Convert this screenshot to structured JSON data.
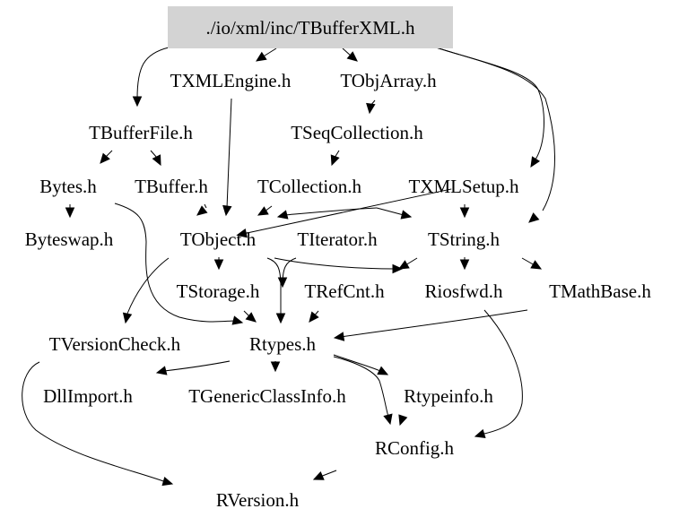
{
  "diagram": {
    "type": "include-dependency-graph",
    "root": "./io/xml/inc/TBufferXML.h",
    "colors": {
      "root_fill": "#d3d3d3",
      "edge": "#000000",
      "text": "#000000",
      "background": "#ffffff"
    },
    "nodes": [
      {
        "id": "TBufferXML",
        "label": "./io/xml/inc/TBufferXML.h",
        "root": true
      },
      {
        "id": "TXMLEngine",
        "label": "TXMLEngine.h"
      },
      {
        "id": "TObjArray",
        "label": "TObjArray.h"
      },
      {
        "id": "TBufferFile",
        "label": "TBufferFile.h"
      },
      {
        "id": "TSeqCollection",
        "label": "TSeqCollection.h"
      },
      {
        "id": "Bytes",
        "label": "Bytes.h"
      },
      {
        "id": "TBuffer",
        "label": "TBuffer.h"
      },
      {
        "id": "TCollection",
        "label": "TCollection.h"
      },
      {
        "id": "TXMLSetup",
        "label": "TXMLSetup.h"
      },
      {
        "id": "Byteswap",
        "label": "Byteswap.h"
      },
      {
        "id": "TObject",
        "label": "TObject.h"
      },
      {
        "id": "TIterator",
        "label": "TIterator.h"
      },
      {
        "id": "TString",
        "label": "TString.h"
      },
      {
        "id": "TStorage",
        "label": "TStorage.h"
      },
      {
        "id": "TRefCnt",
        "label": "TRefCnt.h"
      },
      {
        "id": "Riosfwd",
        "label": "Riosfwd.h"
      },
      {
        "id": "TMathBase",
        "label": "TMathBase.h"
      },
      {
        "id": "TVersionCheck",
        "label": "TVersionCheck.h"
      },
      {
        "id": "Rtypes",
        "label": "Rtypes.h"
      },
      {
        "id": "DllImport",
        "label": "DllImport.h"
      },
      {
        "id": "TGenericClassInfo",
        "label": "TGenericClassInfo.h"
      },
      {
        "id": "Rtypeinfo",
        "label": "Rtypeinfo.h"
      },
      {
        "id": "RConfig",
        "label": "RConfig.h"
      },
      {
        "id": "RVersion",
        "label": "RVersion.h"
      }
    ],
    "edges": [
      {
        "from": "TBufferXML",
        "to": "TBufferFile"
      },
      {
        "from": "TBufferXML",
        "to": "TXMLEngine"
      },
      {
        "from": "TBufferXML",
        "to": "TObjArray"
      },
      {
        "from": "TBufferXML",
        "to": "TXMLSetup"
      },
      {
        "from": "TBufferXML",
        "to": "TString"
      },
      {
        "from": "TXMLEngine",
        "to": "TObject"
      },
      {
        "from": "TObjArray",
        "to": "TSeqCollection"
      },
      {
        "from": "TBufferFile",
        "to": "Bytes"
      },
      {
        "from": "TBufferFile",
        "to": "TBuffer"
      },
      {
        "from": "TSeqCollection",
        "to": "TCollection"
      },
      {
        "from": "Bytes",
        "to": "Byteswap"
      },
      {
        "from": "Bytes",
        "to": "Rtypes"
      },
      {
        "from": "TBuffer",
        "to": "TObject"
      },
      {
        "from": "TCollection",
        "to": "TObject"
      },
      {
        "from": "TCollection",
        "to": "TIterator"
      },
      {
        "from": "TCollection",
        "to": "TString"
      },
      {
        "from": "TXMLSetup",
        "to": "TObject"
      },
      {
        "from": "TXMLSetup",
        "to": "TString"
      },
      {
        "from": "TObject",
        "to": "TStorage"
      },
      {
        "from": "TObject",
        "to": "TVersionCheck"
      },
      {
        "from": "TObject",
        "to": "Rtypes"
      },
      {
        "from": "TObject",
        "to": "Riosfwd"
      },
      {
        "from": "TIterator",
        "to": "Rtypes"
      },
      {
        "from": "TString",
        "to": "TRefCnt"
      },
      {
        "from": "TString",
        "to": "Riosfwd"
      },
      {
        "from": "TString",
        "to": "TMathBase"
      },
      {
        "from": "TStorage",
        "to": "Rtypes"
      },
      {
        "from": "TRefCnt",
        "to": "Rtypes"
      },
      {
        "from": "Riosfwd",
        "to": "RConfig"
      },
      {
        "from": "TMathBase",
        "to": "Rtypes"
      },
      {
        "from": "TVersionCheck",
        "to": "RVersion"
      },
      {
        "from": "Rtypes",
        "to": "DllImport"
      },
      {
        "from": "Rtypes",
        "to": "TGenericClassInfo"
      },
      {
        "from": "Rtypes",
        "to": "Rtypeinfo"
      },
      {
        "from": "Rtypes",
        "to": "RConfig"
      },
      {
        "from": "Rtypeinfo",
        "to": "RConfig"
      },
      {
        "from": "RConfig",
        "to": "RVersion"
      }
    ]
  }
}
